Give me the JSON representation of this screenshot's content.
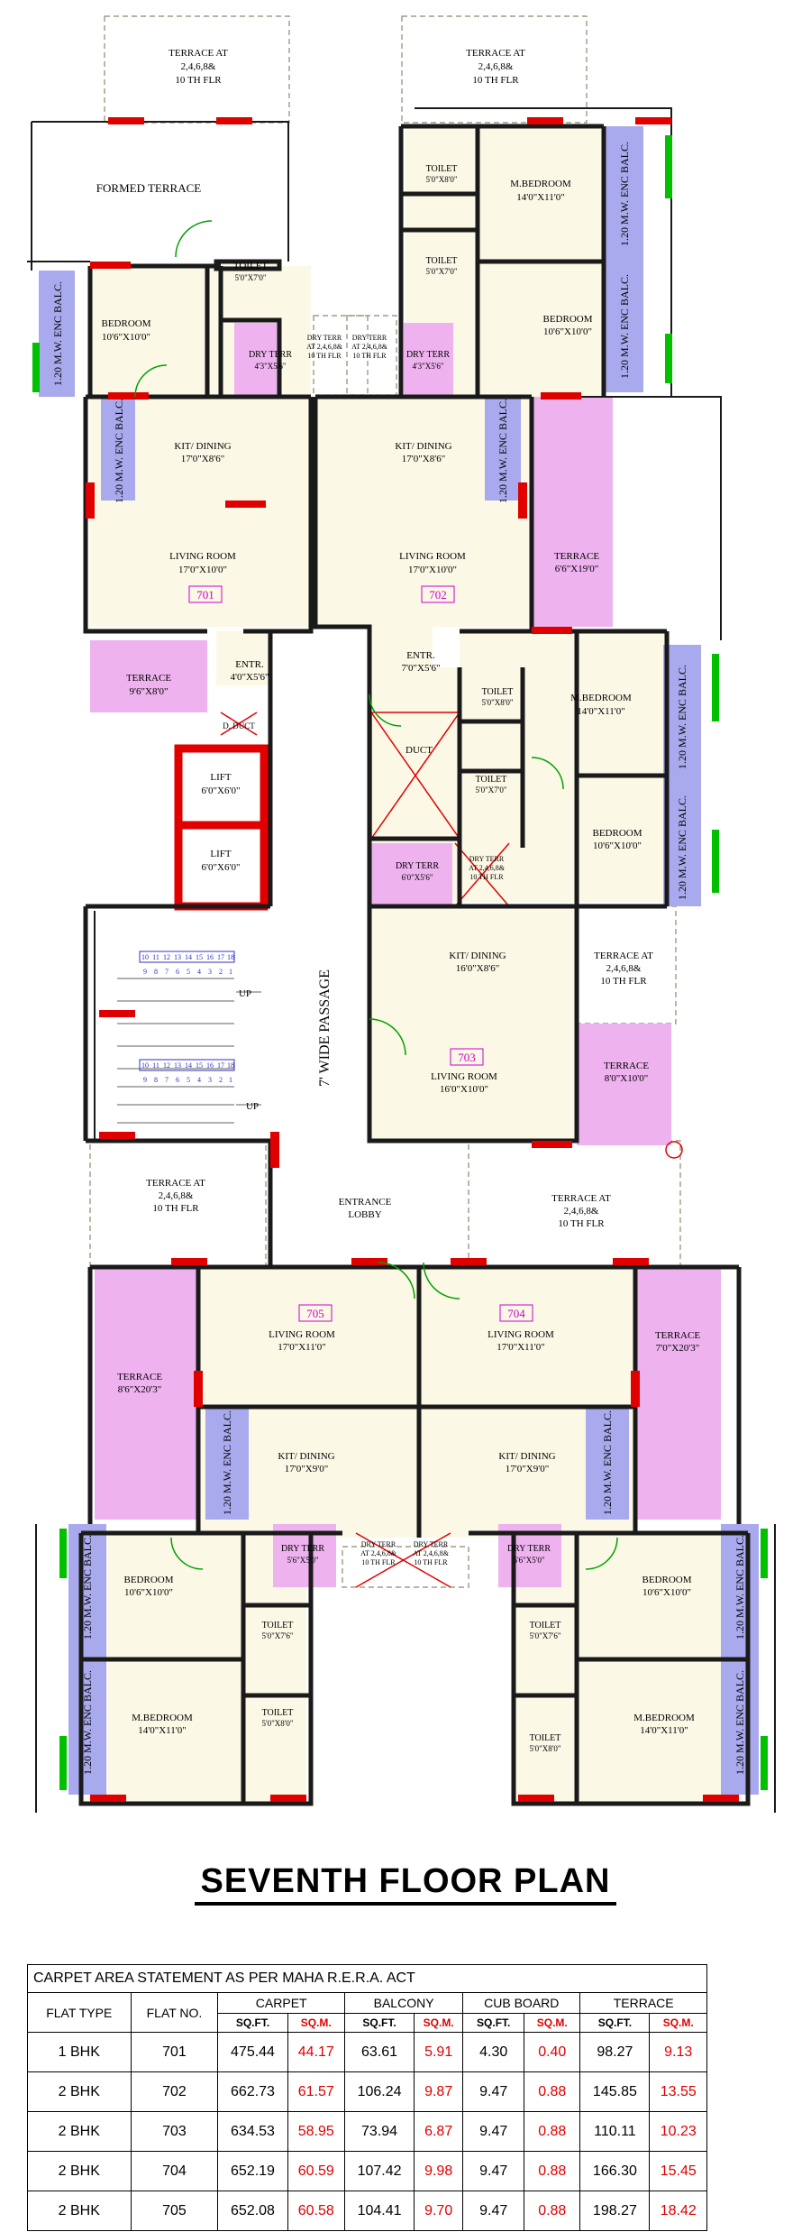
{
  "rooms": {
    "terrace_top_left": "TERRACE AT",
    "terrace_top_left_2": "2,4,6,8&",
    "terrace_top_left_3": "10 TH FLR",
    "terrace_top_right": "TERRACE AT",
    "terrace_top_right_2": "2,4,6,8&",
    "terrace_top_right_3": "10 TH FLR",
    "formed_terrace": "FORMED TERRACE",
    "toilet_701": "TOILET",
    "toilet_701_size": "5'0\"X7'0\"",
    "bedroom_701": "BEDROOM",
    "bedroom_701_size": "10'6\"X10'0\"",
    "enc_balc": "1.20 M.W. ENC BALC.",
    "dry_terr": "DRY TERR",
    "dry_terr_701_size": "4'3\"X5'6\"",
    "dry_terr_702_size": "4'3\"X5'6\"",
    "dry_terr_at": "DRY TERR",
    "dry_terr_at_2": "AT 2,4,6,8&",
    "dry_terr_at_3": "10 TH FLR",
    "kit_dining": "KIT/ DINING",
    "kit_701_size": "17'0\"X8'6\"",
    "kit_702_size": "17'0\"X8'6\"",
    "living_room": "LIVING ROOM",
    "living_701_size": "17'0\"X10'0\"",
    "living_702_size": "17'0\"X10'0\"",
    "flat_701": "701",
    "flat_702": "702",
    "flat_703": "703",
    "flat_704": "704",
    "flat_705": "705",
    "m_bedroom": "M.BEDROOM",
    "m_bedroom_702_size": "14'0\"X11'0\"",
    "toilet_702a_size": "5'0\"X8'0\"",
    "toilet_702b_size": "5'0\"X7'0\"",
    "bedroom_702_size": "10'6\"X10'0\"",
    "terrace": "TERRACE",
    "terrace_702_size": "6'6\"X19'0\"",
    "terrace_701_size": "9'6\"X8'0\"",
    "entr": "ENTR.",
    "entr_701_size": "4'0\"X5'6\"",
    "entr_702_size": "7'0\"X5'6\"",
    "duct": "DUCT",
    "duct_small": "D. DUCT",
    "lift": "LIFT",
    "lift_size": "6'0\"X6'0\"",
    "up": "UP",
    "passage": "7' WIDE PASSAGE",
    "toilet_703a_size": "5'0\"X8'0\"",
    "toilet_703b_size": "5'0\"X7'0\"",
    "m_bedroom_703_size": "14'0\"X11'0\"",
    "bedroom_703_size": "10'6\"X10'0\"",
    "dry_terr_703_size": "6'0\"X5'6\"",
    "terrace_at_703": "TERRACE AT",
    "kit_703_size": "16'0\"X8'6\"",
    "living_703_size": "16'0\"X10'0\"",
    "terrace_703_size": "8'0\"X10'0\"",
    "entrance_lobby": "ENTRANCE",
    "entrance_lobby_2": "LOBBY",
    "living_705_size": "17'0\"X11'0\"",
    "living_704_size": "17'0\"X11'0\"",
    "terrace_705_size": "8'6\"X20'3\"",
    "terrace_704_size": "7'0\"X20'3\"",
    "kit_705_size": "17'0\"X9'0\"",
    "kit_704_size": "17'0\"X9'0\"",
    "dry_terr_705_size": "5'6\"X5'0\"",
    "dry_terr_704_size": "5'6\"X5'0\"",
    "bedroom_705_size": "10'6\"X10'0\"",
    "bedroom_704_size": "10'6\"X10'0\"",
    "toilet_705a_size": "5'0\"X7'6\"",
    "toilet_705b_size": "5'0\"X8'0\"",
    "toilet_704a_size": "5'0\"X7'6\"",
    "toilet_704b_size": "5'0\"X8'0\"",
    "m_bedroom_705_size": "14'0\"X11'0\"",
    "m_bedroom_704_size": "14'0\"X11'0\"",
    "stairs_top": [
      "10",
      "11",
      "12",
      "13",
      "14",
      "15",
      "16",
      "17",
      "18"
    ],
    "stairs_bottom": [
      "9",
      "8",
      "7",
      "6",
      "5",
      "4",
      "3",
      "2",
      "1"
    ]
  },
  "title": "SEVENTH FLOOR PLAN",
  "area_table": {
    "caption": "CARPET AREA STATEMENT AS PER MAHA R.E.R.A. ACT",
    "col_flat_type": "FLAT TYPE",
    "col_flat_no": "FLAT NO.",
    "col_carpet": "CARPET",
    "col_balcony": "BALCONY",
    "col_cubboard": "CUB BOARD",
    "col_terrace": "TERRACE",
    "unit_sqft": "SQ.FT.",
    "unit_sqm": "SQ.M.",
    "rows": [
      {
        "type": "1 BHK",
        "no": "701",
        "carpet_ft": "475.44",
        "carpet_m": "44.17",
        "balc_ft": "63.61",
        "balc_m": "5.91",
        "cub_ft": "4.30",
        "cub_m": "0.40",
        "terr_ft": "98.27",
        "terr_m": "9.13"
      },
      {
        "type": "2 BHK",
        "no": "702",
        "carpet_ft": "662.73",
        "carpet_m": "61.57",
        "balc_ft": "106.24",
        "balc_m": "9.87",
        "cub_ft": "9.47",
        "cub_m": "0.88",
        "terr_ft": "145.85",
        "terr_m": "13.55"
      },
      {
        "type": "2 BHK",
        "no": "703",
        "carpet_ft": "634.53",
        "carpet_m": "58.95",
        "balc_ft": "73.94",
        "balc_m": "6.87",
        "cub_ft": "9.47",
        "cub_m": "0.88",
        "terr_ft": "110.11",
        "terr_m": "10.23"
      },
      {
        "type": "2 BHK",
        "no": "704",
        "carpet_ft": "652.19",
        "carpet_m": "60.59",
        "balc_ft": "107.42",
        "balc_m": "9.98",
        "cub_ft": "9.47",
        "cub_m": "0.88",
        "terr_ft": "166.30",
        "terr_m": "15.45"
      },
      {
        "type": "2 BHK",
        "no": "705",
        "carpet_ft": "652.08",
        "carpet_m": "60.58",
        "balc_ft": "104.41",
        "balc_m": "9.70",
        "cub_ft": "9.47",
        "cub_m": "0.88",
        "terr_ft": "198.27",
        "terr_m": "18.42"
      }
    ]
  },
  "colors": {
    "wall": "#1a1a1a",
    "room_fill": "#fbf8e6",
    "terrace_fill": "#eeb2ee",
    "balcony_fill": "#a9a9ee",
    "window": "#e00000",
    "door": "#00a000",
    "flat_tag": "#cc00cc"
  }
}
